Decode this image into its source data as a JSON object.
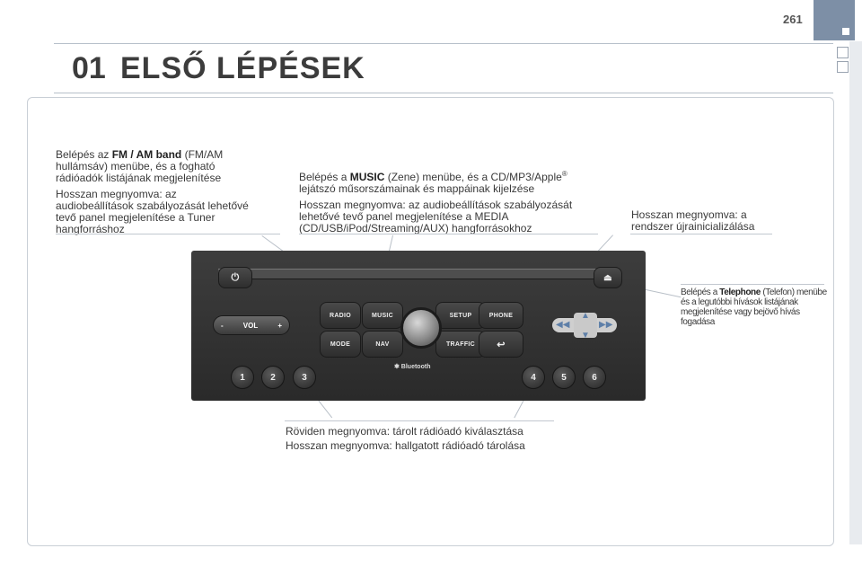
{
  "page": {
    "number": "261"
  },
  "header": {
    "chapter_number": "01",
    "title": "ELSŐ LÉPÉSEK"
  },
  "callouts": {
    "radio": {
      "p1_pre": "Belépés az ",
      "p1_bold": "FM / AM band",
      "p1_post": " (FM/AM hullámsáv) menübe, és a fogható rádióadók listájának megjelenítése",
      "p2": "Hosszan megnyomva: az audiobeállítások szabályozását lehetővé tevő panel megjelenítése a Tuner hangforráshoz"
    },
    "music": {
      "p1_pre": "Belépés a ",
      "p1_bold": "MUSIC",
      "p1_post": " (Zene) menübe, és a CD/MP3/Apple",
      "p1_sup": "®",
      "p1_post2": " lejátszó műsorszámainak és mappáinak kijelzése",
      "p2": "Hosszan megnyomva: az audiobeállítások szabályozását lehetővé tevő panel megjelenítése a MEDIA (CD/USB/iPod/Streaming/AUX) hangforrásokhoz"
    },
    "reset": {
      "text": "Hosszan megnyomva: a rendszer újrainicializálása"
    },
    "phone": {
      "pre": "Belépés a ",
      "bold": "Telephone",
      "post": " (Telefon) menübe és a legutóbbi hívások listájának megjelenítése vagy bejövő hívás fogadása"
    },
    "presets": {
      "line1": "Röviden megnyomva: tárolt rádióadó kiválasztása",
      "line2": "Hosszan megnyomva: hallgatott rádióadó tárolása"
    }
  },
  "device": {
    "buttons": {
      "radio": "RADIO",
      "music": "MUSIC",
      "setup": "SETUP",
      "phone": "PHONE",
      "mode": "MODE",
      "nav": "NAV",
      "traffic": "TRAFFIC"
    },
    "vol": {
      "minus": "-",
      "label": "VOL",
      "plus": "+"
    },
    "bluetooth": "✱ Bluetooth",
    "presets": [
      "1",
      "2",
      "3",
      "4",
      "5",
      "6"
    ],
    "icons": [
      "power-icon",
      "eject-icon",
      "back-icon",
      "rewind-icon",
      "forward-icon",
      "arrow-up-icon",
      "arrow-down-icon"
    ]
  }
}
